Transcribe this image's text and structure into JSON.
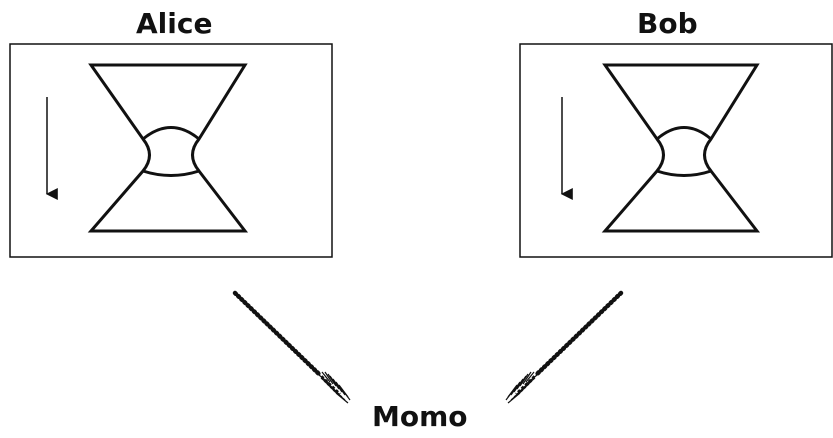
{
  "parties": {
    "alice": {
      "name": "Alice"
    },
    "bob": {
      "name": "Bob"
    },
    "momo": {
      "name": "Momo"
    }
  },
  "colors": {
    "stroke": "#111111",
    "background": "#ffffff"
  }
}
